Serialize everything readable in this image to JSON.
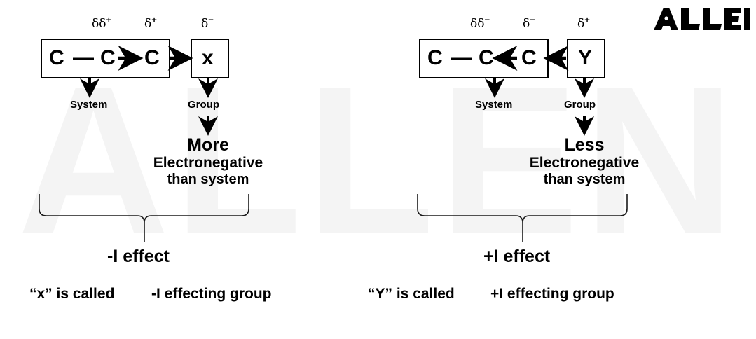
{
  "brand": {
    "logo_text": "ALLEN",
    "watermark_text": "ALLEN",
    "logo_color": "#000000",
    "watermark_color": "#f4f4f4"
  },
  "panels": [
    {
      "id": "minus-i",
      "system": {
        "atoms": [
          "C",
          "C",
          "C"
        ],
        "bond_1": "—",
        "bond_2_arrow": "right",
        "charges": [
          {
            "text": "δδ",
            "sign": "+"
          },
          {
            "text": "δ",
            "sign": "+"
          }
        ]
      },
      "link_arrow": "right",
      "group": {
        "symbol": "x",
        "charge": {
          "text": "δ",
          "sign": "−"
        }
      },
      "callouts": {
        "system_label": "System",
        "group_label": "Group"
      },
      "electronegativity": {
        "line1": "More",
        "line2": "Electronegative",
        "line3": "than system"
      },
      "effect_label": "-I effect",
      "footer": {
        "subject": "“x” is called",
        "description": "-I effecting group"
      }
    },
    {
      "id": "plus-i",
      "system": {
        "atoms": [
          "C",
          "C",
          "C"
        ],
        "bond_1": "—",
        "bond_2_arrow": "left",
        "charges": [
          {
            "text": "δδ",
            "sign": "−"
          },
          {
            "text": "δ",
            "sign": "−"
          }
        ]
      },
      "link_arrow": "left",
      "group": {
        "symbol": "Y",
        "charge": {
          "text": "δ",
          "sign": "+"
        }
      },
      "callouts": {
        "system_label": "System",
        "group_label": "Group"
      },
      "electronegativity": {
        "line1": "Less",
        "line2": "Electronegative",
        "line3": "than system"
      },
      "effect_label": "+I effect",
      "footer": {
        "subject": "“Y” is called",
        "description": "+I  effecting group"
      }
    }
  ]
}
